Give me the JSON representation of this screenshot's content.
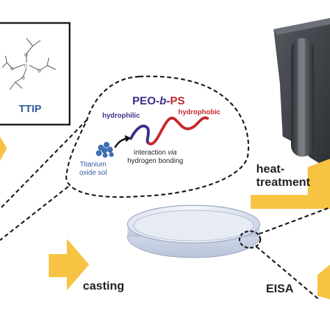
{
  "molecule": {
    "name": "TTIP",
    "atom_label": "Ti",
    "oxygen_label": "O"
  },
  "polymer": {
    "peo": "PEO-",
    "b": "b",
    "dash": "-",
    "ps": "PS",
    "hydrophilic": "hydrophilic",
    "hydrophobic": "hydrophobic"
  },
  "interaction": {
    "line1_prefix": "interaction ",
    "line1_via": "via",
    "line2": "hydrogen bonding"
  },
  "sol": {
    "line1": "Titanium",
    "line2": "oxide sol"
  },
  "steps": {
    "heat_line1": "heat-",
    "heat_line2": "treatment",
    "casting": "casting",
    "eisa": "EISA"
  },
  "colors": {
    "arrow": "#f7c342",
    "ttip_text": "#2f5a9e",
    "peo_block": "#3b2f8a",
    "ps_block": "#c8282c",
    "sol_particles": "#3f6fb5",
    "dish": "#c9d3e6",
    "pore_wall": "#3a3d42"
  }
}
